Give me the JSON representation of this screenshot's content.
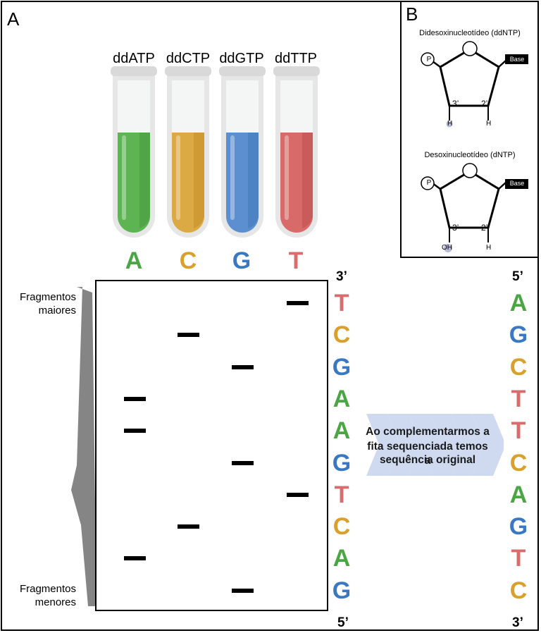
{
  "panels": {
    "a_label": "A",
    "b_label": "B"
  },
  "colors": {
    "A": "#4aa543",
    "C": "#d9a02c",
    "G": "#3a78c1",
    "T": "#d96c6c"
  },
  "tubes": [
    {
      "label": "ddATP",
      "letter": "A",
      "fill": "#5cb552",
      "shade": "#479c3f"
    },
    {
      "label": "ddCTP",
      "letter": "C",
      "fill": "#dcaa45",
      "shade": "#c48f2a"
    },
    {
      "label": "ddGTP",
      "letter": "G",
      "fill": "#5b8fcf",
      "shade": "#4579bb"
    },
    {
      "label": "ddTTP",
      "letter": "T",
      "fill": "#d86a6a",
      "shade": "#c25252"
    }
  ],
  "gel": {
    "top_end": "3’",
    "bottom_end": "5’",
    "label_larger": "Fragmentos maiores",
    "label_smaller": "Fragmentos menores",
    "bands": [
      {
        "lane": "T"
      },
      {
        "lane": "C"
      },
      {
        "lane": "G"
      },
      {
        "lane": "A"
      },
      {
        "lane": "A"
      },
      {
        "lane": "G"
      },
      {
        "lane": "T"
      },
      {
        "lane": "C"
      },
      {
        "lane": "A"
      },
      {
        "lane": "G"
      }
    ]
  },
  "sequenced_strand": [
    "T",
    "C",
    "G",
    "A",
    "A",
    "G",
    "T",
    "C",
    "A",
    "G"
  ],
  "complement_strand": {
    "top_end": "5’",
    "bottom_end": "3’",
    "bases": [
      "A",
      "G",
      "C",
      "T",
      "T",
      "C",
      "A",
      "G",
      "T",
      "C"
    ]
  },
  "arrow": {
    "line1": "Ao complementarmos a",
    "line2": "fita sequenciada temos a",
    "line3": "sequência original",
    "color": "#c7d3ef"
  },
  "nucleotides": {
    "dd_title": "Didesoxinucleotídeo (ddNTP)",
    "d_title": "Desoxinucleotídeo (dNTP)",
    "phosphate": "P",
    "base": "Base",
    "c3": "3’",
    "c2": "2’",
    "dd_3_group": "H",
    "d_3_group": "OH",
    "c2_group": "H"
  }
}
